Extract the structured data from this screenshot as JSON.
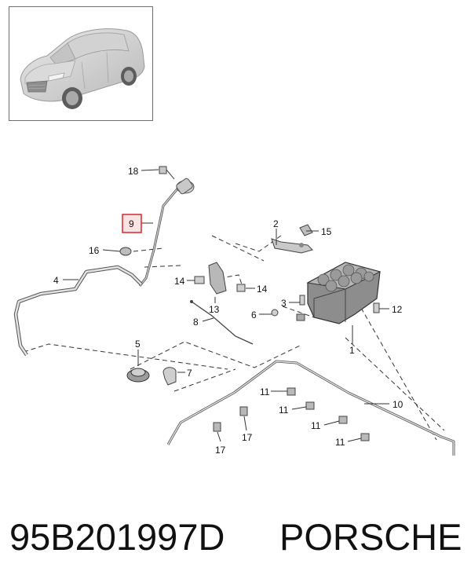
{
  "diagram": {
    "callouts": [
      {
        "id": "c18",
        "text": "18"
      },
      {
        "id": "c9",
        "text": "9"
      },
      {
        "id": "c16",
        "text": "16"
      },
      {
        "id": "c4",
        "text": "4"
      },
      {
        "id": "c2",
        "text": "2"
      },
      {
        "id": "c15",
        "text": "15"
      },
      {
        "id": "c14a",
        "text": "14"
      },
      {
        "id": "c14b",
        "text": "14"
      },
      {
        "id": "c13",
        "text": "13"
      },
      {
        "id": "c3",
        "text": "3"
      },
      {
        "id": "c12",
        "text": "12"
      },
      {
        "id": "c6",
        "text": "6"
      },
      {
        "id": "c8",
        "text": "8"
      },
      {
        "id": "c1",
        "text": "1"
      },
      {
        "id": "c5",
        "text": "5"
      },
      {
        "id": "c7",
        "text": "7"
      },
      {
        "id": "c10",
        "text": "10"
      },
      {
        "id": "c11a",
        "text": "11"
      },
      {
        "id": "c11b",
        "text": "11"
      },
      {
        "id": "c11c",
        "text": "11"
      },
      {
        "id": "c11d",
        "text": "11"
      },
      {
        "id": "c17a",
        "text": "17"
      },
      {
        "id": "c17b",
        "text": "17"
      }
    ],
    "highlighted_callout": "9",
    "highlight_color": "#d9262c"
  },
  "caption": {
    "part_number": "95B201997D",
    "brand": "PORSCHE"
  }
}
